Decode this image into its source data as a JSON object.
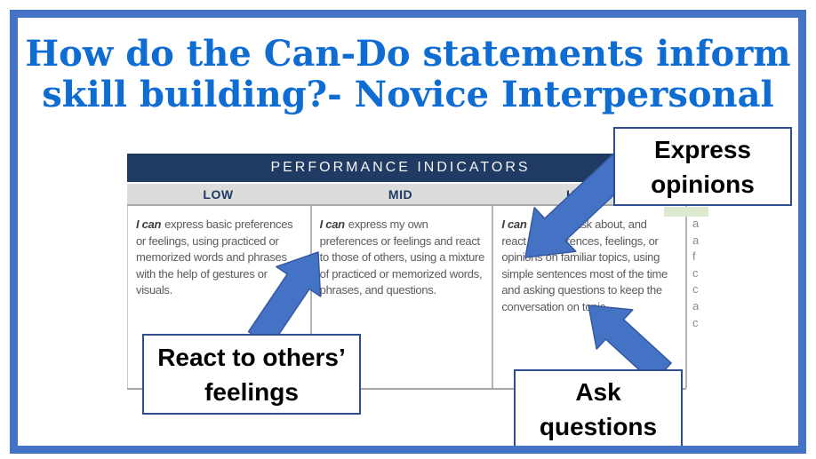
{
  "slide": {
    "title_line1": "How do the Can-Do statements inform",
    "title_line2": "skill building?- Novice Interpersonal",
    "colors": {
      "title_blue": "#0E6CD2",
      "frame_blue": "#4472C4",
      "table_header_navy": "#1F3A63",
      "subheader_gray": "#DCDCDC",
      "arrow_blue": "#4472C4",
      "arrow_outline": "#35599F",
      "callout_border_navy": "#2E4E8F",
      "body_text_gray": "#5B5B5B"
    }
  },
  "table": {
    "header": "PERFORMANCE INDICATORS",
    "columns": [
      {
        "label": "LOW",
        "prefix": "I can",
        "text": "express basic preferences or feelings, using practiced or memorized words and phrases with the help of gestures or visuals."
      },
      {
        "label": "MID",
        "prefix": "I can",
        "text": "express my own preferences or feelings and react to those of others, using a mixture of practiced or memorized words, phrases, and questions."
      },
      {
        "label": "HIGH",
        "prefix": "I can",
        "text": "express, ask about, and react to preferences, feelings, or opinions on familiar topics, using simple sentences most of the time and asking questions to keep the conversation on topic."
      }
    ],
    "clipped_column_fragments": [
      "a",
      "a",
      "f",
      "c",
      "c",
      "a",
      "c"
    ]
  },
  "callouts": [
    {
      "id": "express-opinions",
      "line1": "Express",
      "line2": "opinions"
    },
    {
      "id": "react-feelings",
      "line1": "React to others’",
      "line2": "feelings"
    },
    {
      "id": "ask-questions",
      "line1": "Ask",
      "line2": "questions"
    }
  ]
}
